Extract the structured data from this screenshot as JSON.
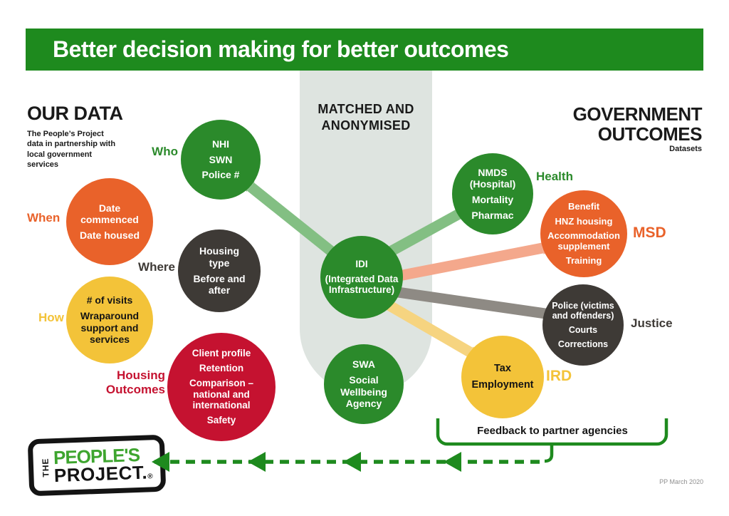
{
  "colors": {
    "header_green": "#1e8a1e",
    "circle_green": "#2b8a2b",
    "orange": "#e9622a",
    "dark": "#3e3a36",
    "yellow": "#f3c339",
    "red": "#c51230",
    "column_gray": "#dee4e0",
    "arrow_light_green": "#83bf83",
    "arrow_salmon": "#f4a88c",
    "arrow_gray": "#8e8a84",
    "arrow_light_yellow": "#f6d480",
    "logo_green": "#3ea52f"
  },
  "header": {
    "title": "Better decision making for better outcomes"
  },
  "left_section": {
    "title": "OUR DATA",
    "subtitle": "The People’s Project data in partnership with local government services"
  },
  "center_section": {
    "title": "MATCHED AND ANONYMISED"
  },
  "right_section": {
    "title": "GOVERNMENT OUTCOMES",
    "subtitle": "Datasets"
  },
  "circles": {
    "who": {
      "label": "Who",
      "items": [
        "NHI",
        "SWN",
        "Police #"
      ]
    },
    "when": {
      "label": "When",
      "items": [
        "Date commenced",
        "Date housed"
      ]
    },
    "where": {
      "label": "Where",
      "items": [
        "Housing type",
        "Before and after"
      ]
    },
    "how": {
      "label": "How",
      "items": [
        "# of visits",
        "Wraparound support and services"
      ]
    },
    "housing_outcomes": {
      "label": "Housing Outcomes",
      "items": [
        "Client profile",
        "Retention",
        "Comparison – national and international",
        "Safety"
      ]
    },
    "idi": {
      "items": [
        "IDI",
        "(Integrated Data Infrastructure)"
      ]
    },
    "swa": {
      "items": [
        "SWA",
        "Social Wellbeing Agency"
      ]
    },
    "health": {
      "label": "Health",
      "items": [
        "NMDS (Hospital)",
        "Mortality",
        "Pharmac"
      ]
    },
    "msd": {
      "label": "MSD",
      "items": [
        "Benefit",
        "HNZ housing",
        "Accommodation supplement",
        "Training"
      ]
    },
    "justice": {
      "label": "Justice",
      "items": [
        "Police (victims and offenders)",
        "Courts",
        "Corrections"
      ]
    },
    "ird": {
      "label": "IRD",
      "items": [
        "Tax",
        "Employment"
      ]
    }
  },
  "feedback": {
    "label": "Feedback to partner agencies"
  },
  "logo": {
    "word1": "THE",
    "word2": "PEOPLE'S",
    "word3": "PROJECT.",
    "reg": "®"
  },
  "footer": {
    "credit": "PP March 2020"
  }
}
